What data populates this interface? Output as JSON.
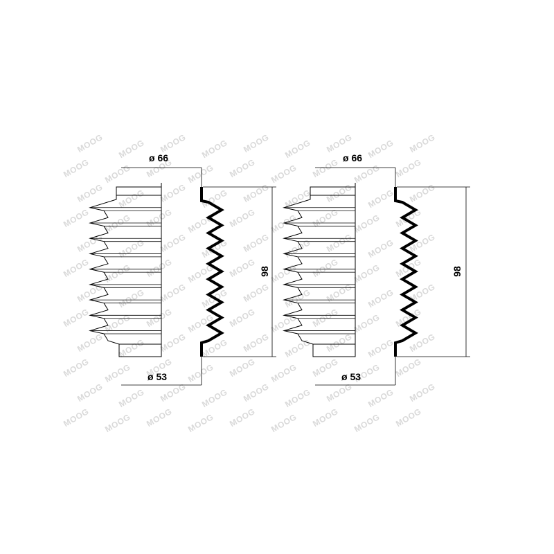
{
  "watermark": {
    "text": "MOOG",
    "color": "#d9d9d9"
  },
  "parts": [
    {
      "top_diameter": "ø 66",
      "bottom_diameter": "ø 53",
      "length": "98"
    },
    {
      "top_diameter": "ø 66",
      "bottom_diameter": "ø 53",
      "length": "98"
    }
  ],
  "colors": {
    "outline": "#000000",
    "fill": "#ffffff"
  }
}
